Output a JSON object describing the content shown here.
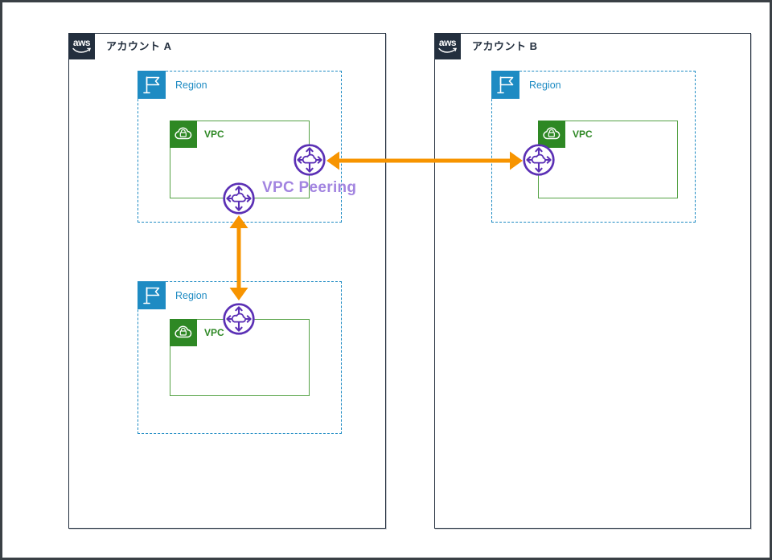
{
  "diagram": {
    "accounts": [
      {
        "label": "アカウント A",
        "logo_text": "aws",
        "regions": [
          {
            "label": "Region",
            "vpcs": [
              {
                "label": "VPC"
              }
            ]
          },
          {
            "label": "Region",
            "vpcs": [
              {
                "label": "VPC"
              }
            ]
          }
        ]
      },
      {
        "label": "アカウント B",
        "logo_text": "aws",
        "regions": [
          {
            "label": "Region",
            "vpcs": [
              {
                "label": "VPC"
              }
            ]
          }
        ]
      }
    ],
    "connections": {
      "peering_label": "VPC Peering",
      "links": [
        {
          "from": "アカウント A / Region 1 / VPC",
          "to": "アカウント B / Region / VPC",
          "type": "vpc-peering",
          "direction": "bidirectional"
        },
        {
          "from": "アカウント A / Region 1 / VPC",
          "to": "アカウント A / Region 2 / VPC",
          "type": "vpc-peering",
          "direction": "bidirectional"
        }
      ]
    }
  },
  "icons": {
    "aws_logo": "aws-logo-icon",
    "region": "region-flag-icon",
    "vpc": "vpc-cloud-lock-icon",
    "peering": "vpc-peering-icon"
  },
  "colors": {
    "frame_border": "#3A4045",
    "account_border": "#232F3E",
    "aws_navy": "#232F3E",
    "region_blue": "#1E8BC3",
    "vpc_border_green": "#55A245",
    "vpc_icon_green": "#2E8824",
    "peering_purple": "#5B30B5",
    "peering_label_purple": "#A284E0",
    "arrow_orange": "#F79400"
  }
}
